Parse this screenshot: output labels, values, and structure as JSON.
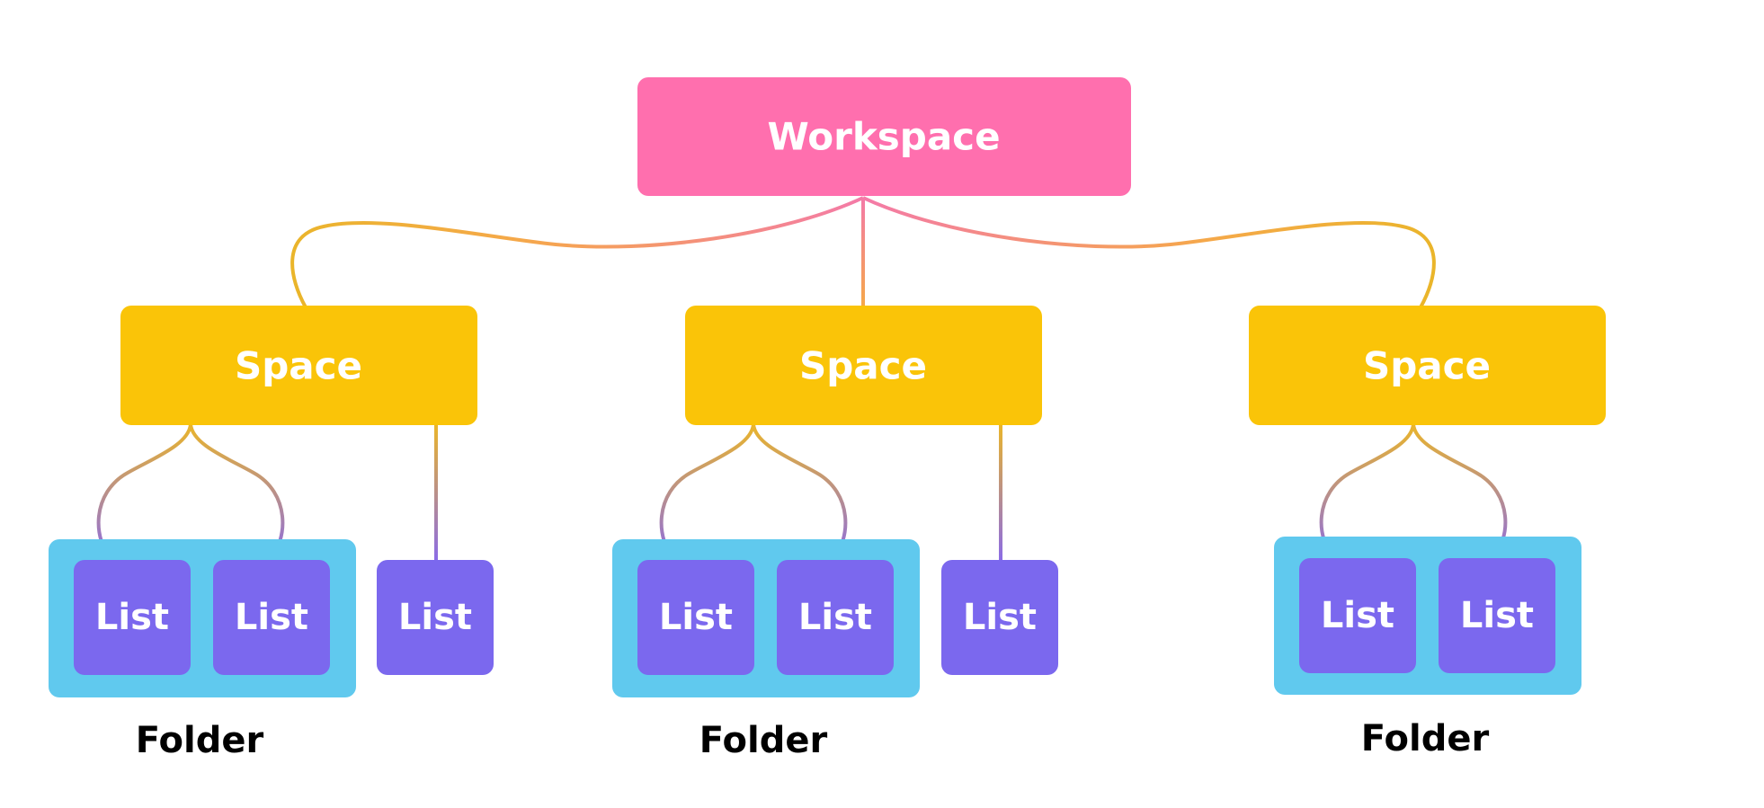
{
  "colors": {
    "workspace": "#FF6FAE",
    "space": "#FAC408",
    "folder": "#60C9EE",
    "list": "#7B68EE",
    "connector_pink": "#F47AA8",
    "connector_orange": "#F5A84A",
    "connector_yellow": "#EAB52A",
    "connector_purple": "#8A6BE8",
    "text_light": "#FFFFFF",
    "text_dark": "#000000"
  },
  "workspace": {
    "label": "Workspace"
  },
  "spaces": [
    {
      "label": "Space",
      "folder": {
        "caption": "Folder",
        "lists": [
          {
            "label": "List"
          },
          {
            "label": "List"
          }
        ]
      },
      "standalone_list": {
        "label": "List"
      }
    },
    {
      "label": "Space",
      "folder": {
        "caption": "Folder",
        "lists": [
          {
            "label": "List"
          },
          {
            "label": "List"
          }
        ]
      },
      "standalone_list": {
        "label": "List"
      }
    },
    {
      "label": "Space",
      "folder": {
        "caption": "Folder",
        "lists": [
          {
            "label": "List"
          },
          {
            "label": "List"
          }
        ]
      }
    }
  ]
}
